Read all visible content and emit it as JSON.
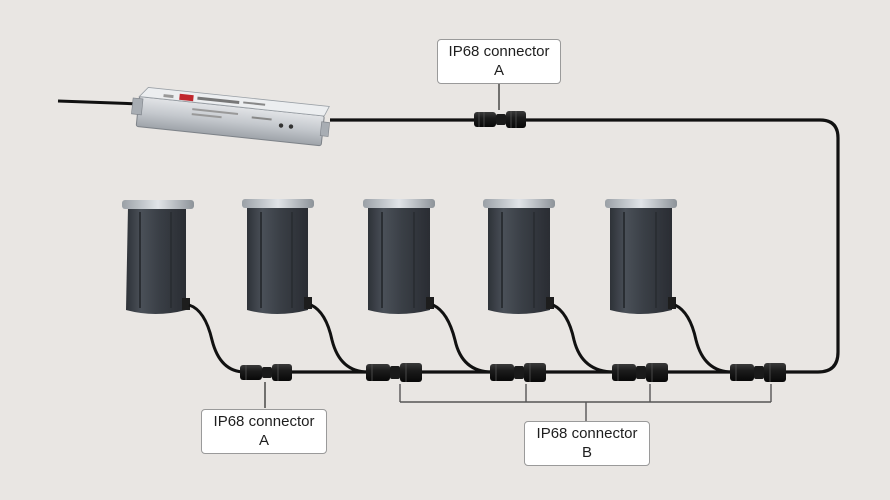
{
  "callouts": {
    "top": {
      "line1": "IP68 connector",
      "line2": "A"
    },
    "left": {
      "line1": "IP68 connector",
      "line2": "A"
    },
    "right": {
      "line1": "IP68 connector",
      "line2": "B"
    }
  },
  "colors": {
    "background": "#e9e6e3",
    "cable": "#111111",
    "light_body": "#3a3f46",
    "light_rim": "#b7bcc2",
    "driver_body": "#c9ccd0",
    "bracket": "#555555"
  },
  "icons": {
    "driver": "led-driver-icon",
    "light": "inground-light-icon",
    "connector": "waterproof-connector-icon"
  }
}
